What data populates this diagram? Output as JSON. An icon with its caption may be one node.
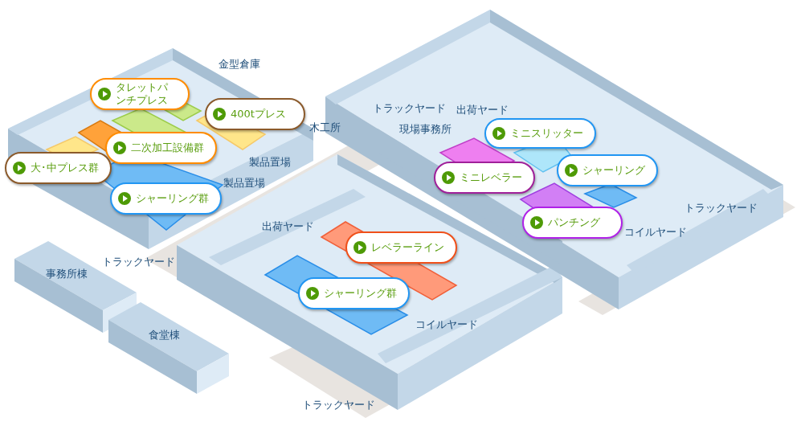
{
  "diagram": {
    "nodes": [
      {
        "text": [
          "タレットパンチプレス"
        ]
      },
      {
        "text": [
          "400tプレス"
        ]
      },
      {
        "text": [
          "ミニスリッター"
        ]
      },
      {
        "text": [
          "二次加工設備群"
        ]
      },
      {
        "text": [
          "大･中プレス群"
        ]
      },
      {
        "text": [
          "シャーリング"
        ]
      },
      {
        "text": [
          "ミニレベラー"
        ]
      },
      {
        "text": [
          "シャーリング群"
        ]
      },
      {
        "text": [
          "パンチング"
        ]
      },
      {
        "text": [
          "レベラーライン"
        ]
      },
      {
        "text": [
          "シャーリング群"
        ]
      }
    ],
    "labels": [
      "金型倉庫",
      "トラックヤード",
      "出荷ヤード",
      "現場事務所",
      "木工所",
      "製品置場",
      "製品置場",
      "トラックヤード",
      "出荷ヤード",
      "コイルヤード",
      "トラックヤード",
      "事務所棟",
      "コイルヤード",
      "食堂棟",
      "トラックヤード"
    ]
  }
}
